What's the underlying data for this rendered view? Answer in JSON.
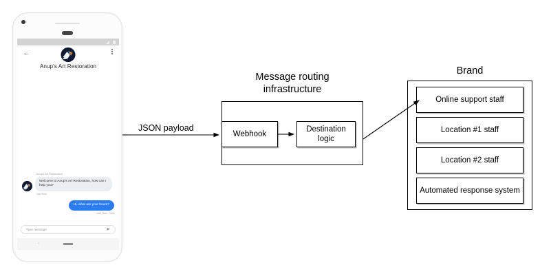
{
  "phone": {
    "appbar": {
      "back_icon": "back-arrow-icon",
      "menu_icon": "kebab-menu-icon",
      "avatar_icon": "brand-avatar",
      "title": "Anup's Art Restoration"
    },
    "status_bar": {
      "signal_icon": "signal-icon",
      "battery_icon": "battery-icon"
    },
    "conversation": {
      "incoming": {
        "sender": "Anup's Art Restoration",
        "text": "Welcome to Anup's Art Restoration, how can I help you?",
        "timestamp": "Just Now"
      },
      "outgoing": {
        "text": "Hi, what are your hours?",
        "timestamp": "Just Now • Sent"
      }
    },
    "composer": {
      "placeholder": "Type message",
      "send_icon": "send-icon"
    },
    "navbar": {
      "back_icon": "nav-back-icon",
      "home_icon": "nav-home-pill"
    }
  },
  "diagram": {
    "edges": [
      {
        "label": "JSON payload"
      }
    ],
    "infrastructure": {
      "title_line1": "Message routing",
      "title_line2": "infrastructure",
      "nodes": [
        {
          "label": "Webhook"
        },
        {
          "label": "Destination logic"
        }
      ]
    },
    "brand": {
      "title": "Brand",
      "items": [
        {
          "label": "Online support staff"
        },
        {
          "label": "Location #1 staff"
        },
        {
          "label": "Location #2 staff"
        },
        {
          "label": "Automated response system"
        }
      ]
    }
  },
  "colors": {
    "bubble_outgoing": "#2b7cf0",
    "bubble_incoming": "#eceff1",
    "stroke": "#000000",
    "box_shadow": "#b8b8b8"
  }
}
